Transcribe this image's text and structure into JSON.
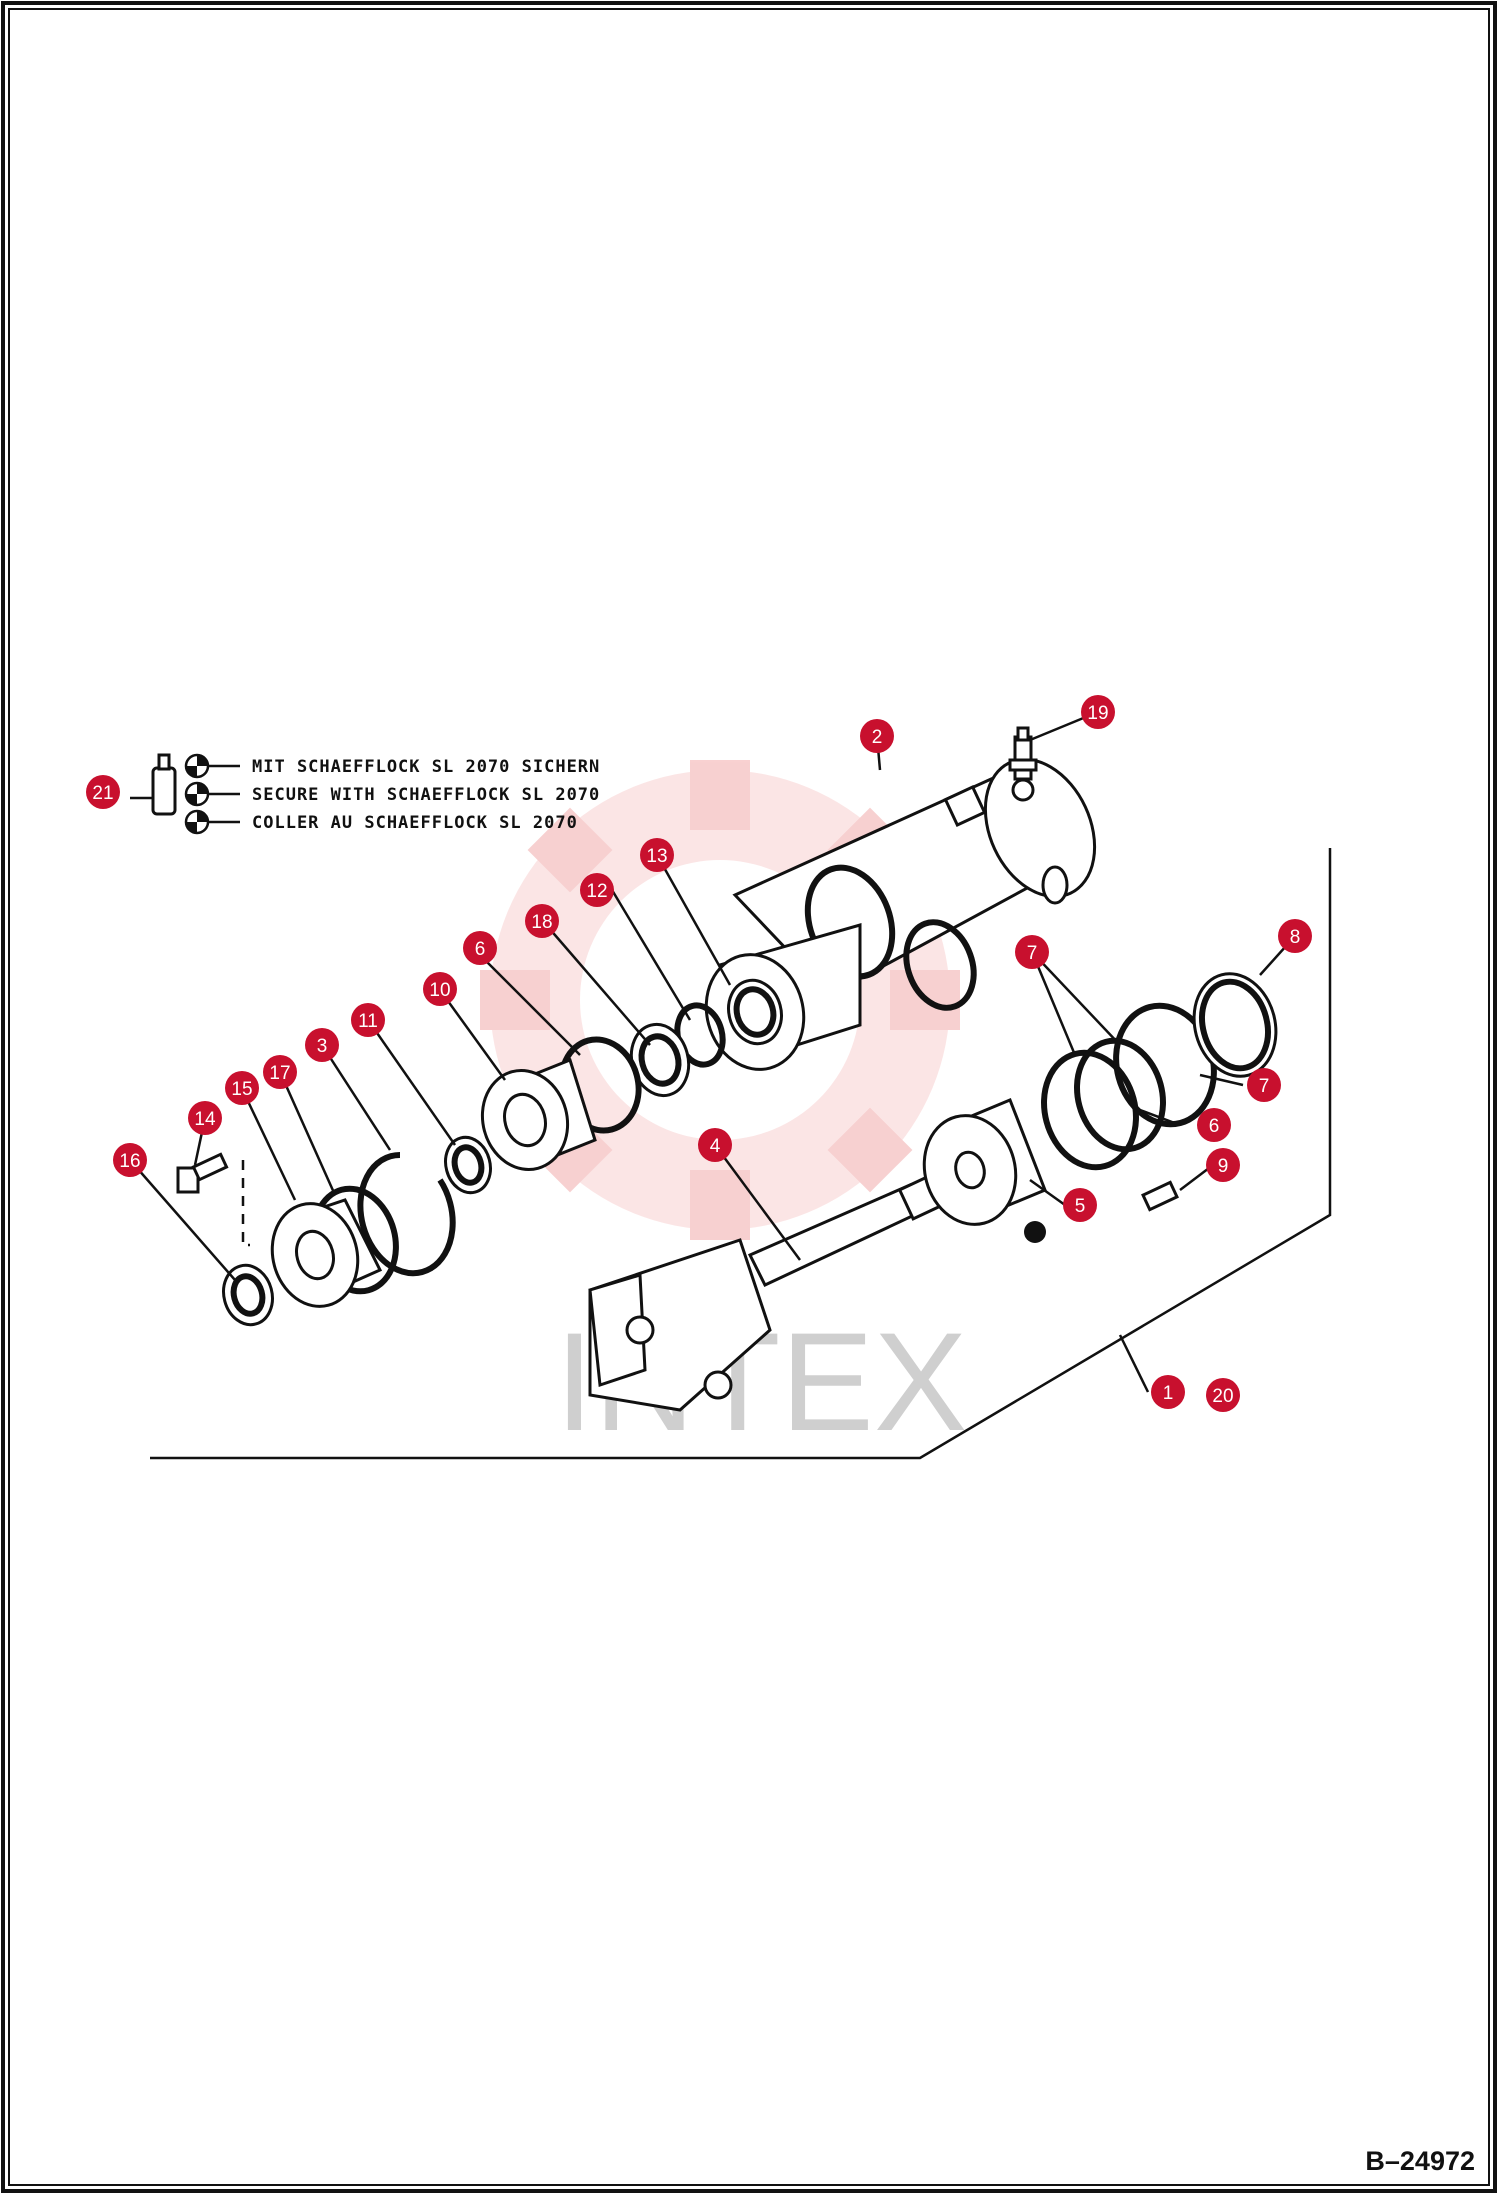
{
  "diagram": {
    "legend": [
      "MIT SCHAEFFLOCK SL 2070 SICHERN",
      "SECURE WITH SCHAEFFLOCK SL 2070",
      "COLLER AU SCHAEFFLOCK SL 2070"
    ],
    "callouts": [
      {
        "id": "c21",
        "label": "21"
      },
      {
        "id": "c19",
        "label": "19"
      },
      {
        "id": "c2",
        "label": "2"
      },
      {
        "id": "c13",
        "label": "13"
      },
      {
        "id": "c12",
        "label": "12"
      },
      {
        "id": "c18",
        "label": "18"
      },
      {
        "id": "c6a",
        "label": "6"
      },
      {
        "id": "c10",
        "label": "10"
      },
      {
        "id": "c11",
        "label": "11"
      },
      {
        "id": "c3",
        "label": "3"
      },
      {
        "id": "c17",
        "label": "17"
      },
      {
        "id": "c15",
        "label": "15"
      },
      {
        "id": "c14",
        "label": "14"
      },
      {
        "id": "c16",
        "label": "16"
      },
      {
        "id": "c4",
        "label": "4"
      },
      {
        "id": "c7a",
        "label": "7"
      },
      {
        "id": "c8",
        "label": "8"
      },
      {
        "id": "c7b",
        "label": "7"
      },
      {
        "id": "c6b",
        "label": "6"
      },
      {
        "id": "c9",
        "label": "9"
      },
      {
        "id": "c5",
        "label": "5"
      },
      {
        "id": "c1",
        "label": "1"
      },
      {
        "id": "c20",
        "label": "20"
      }
    ],
    "drawing_code": "B–24972",
    "watermark": "INTEX",
    "colors": {
      "callout": "#c8102e",
      "watermark_gear": "#f7cccc",
      "line": "#111111"
    }
  }
}
